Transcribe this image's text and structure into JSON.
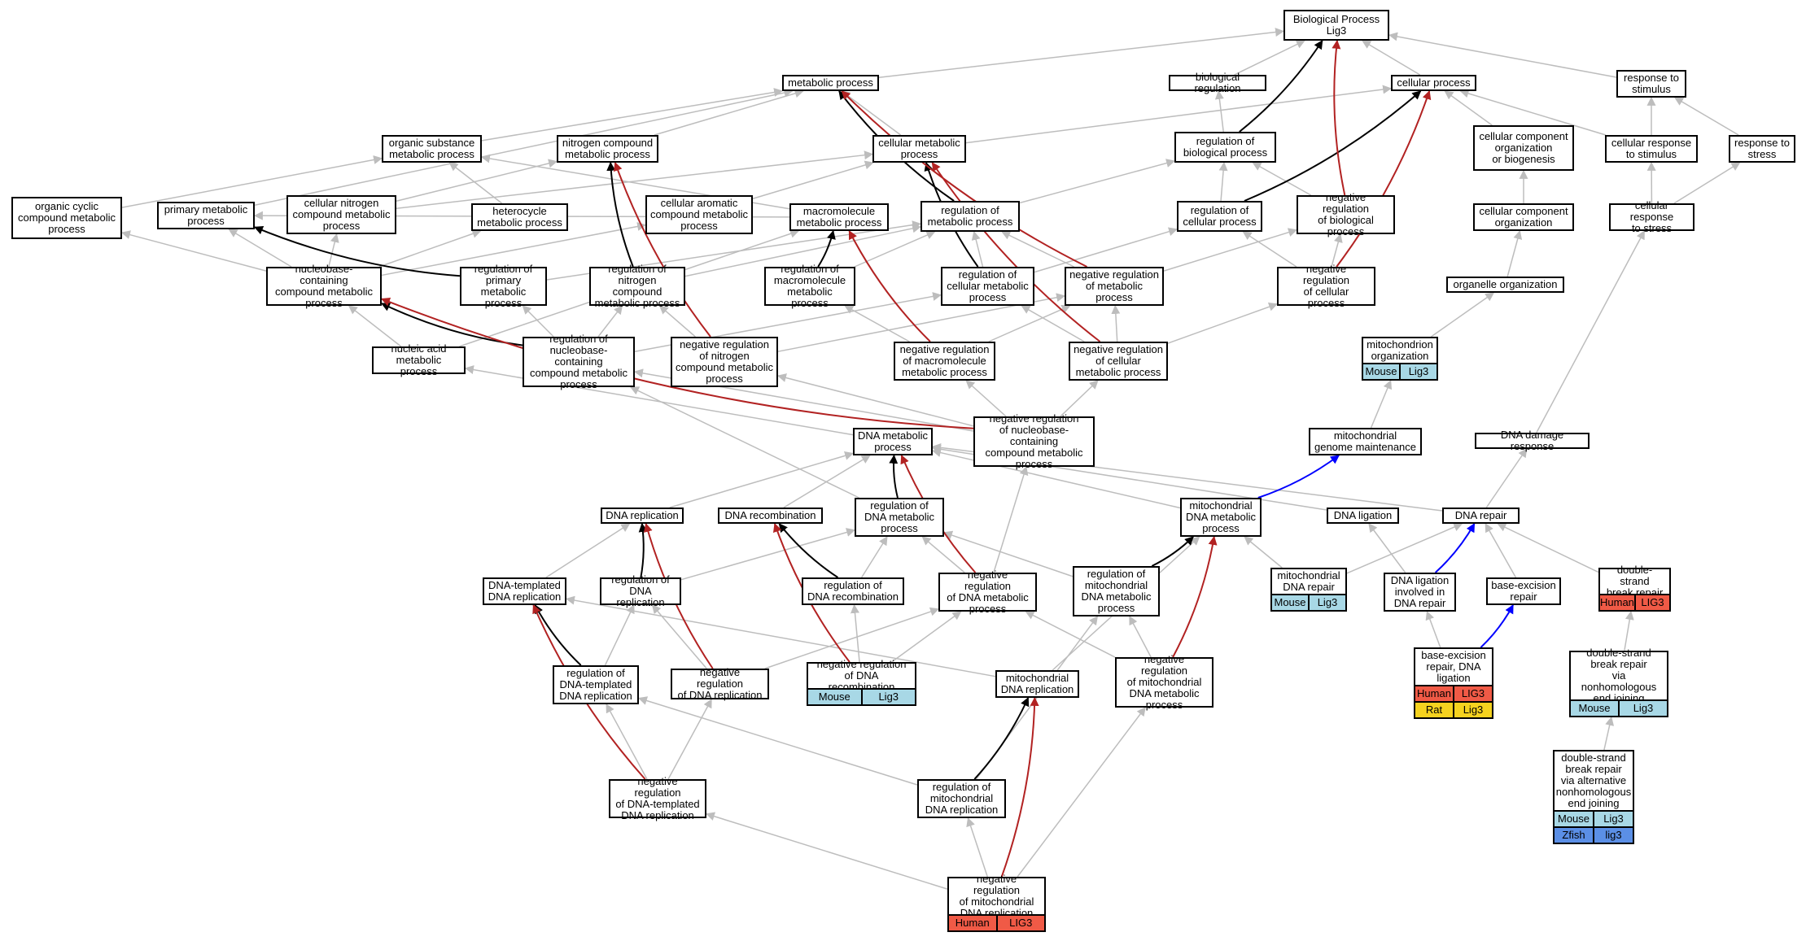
{
  "colors": {
    "is_a": "#bdbdbd",
    "regulates": "#000000",
    "negatively_regulates": "#b22222",
    "part_of": "#0000ff",
    "Human": "#f05a46",
    "Mouse": "#a8d8e6",
    "Rat": "#f5d21f",
    "Zfish": "#5b8fe6"
  },
  "nodes": {
    "bp": {
      "label": "Biological Process\nLig3"
    },
    "metabolic": {
      "label": "metabolic process"
    },
    "bioreg": {
      "label": "biological regulation"
    },
    "cellular": {
      "label": "cellular process"
    },
    "resp_stim": {
      "label": "response to\nstimulus"
    },
    "organic_sub": {
      "label": "organic substance\nmetabolic process"
    },
    "nitrogen": {
      "label": "nitrogen compound\nmetabolic process"
    },
    "cell_metab": {
      "label": "cellular metabolic\nprocess"
    },
    "reg_bio": {
      "label": "regulation of\nbiological process"
    },
    "cell_comp_org_bio": {
      "label": "cellular component\norganization\nor biogenesis"
    },
    "cell_resp_stim": {
      "label": "cellular response\nto stimulus"
    },
    "resp_stress": {
      "label": "response to\nstress"
    },
    "organic_cyclic": {
      "label": "organic cyclic\ncompound metabolic\nprocess"
    },
    "primary": {
      "label": "primary metabolic\nprocess"
    },
    "cell_nitrogen": {
      "label": "cellular nitrogen\ncompound metabolic\nprocess"
    },
    "heterocycle": {
      "label": "heterocycle\nmetabolic process"
    },
    "cell_aromatic": {
      "label": "cellular aromatic\ncompound metabolic\nprocess"
    },
    "macromol": {
      "label": "macromolecule\nmetabolic process"
    },
    "reg_metab": {
      "label": "regulation of\nmetabolic process"
    },
    "reg_cell": {
      "label": "regulation of\ncellular process"
    },
    "neg_reg_bio": {
      "label": "negative regulation\nof biological\nprocess"
    },
    "cell_comp_org": {
      "label": "cellular component\norganization"
    },
    "cell_resp_stress": {
      "label": "cellular response\nto stress"
    },
    "nucleobase": {
      "label": "nucleobase-containing\ncompound metabolic\nprocess"
    },
    "reg_primary": {
      "label": "regulation of\nprimary metabolic\nprocess"
    },
    "reg_nitrogen": {
      "label": "regulation of\nnitrogen compound\nmetabolic process"
    },
    "reg_macromol": {
      "label": "regulation of\nmacromolecule\nmetabolic process"
    },
    "reg_cell_metab": {
      "label": "regulation of\ncellular metabolic\nprocess"
    },
    "neg_reg_metab": {
      "label": "negative regulation\nof metabolic\nprocess"
    },
    "neg_reg_cell": {
      "label": "negative regulation\nof cellular\nprocess"
    },
    "organelle_org": {
      "label": "organelle organization"
    },
    "nucleic_acid": {
      "label": "nucleic acid\nmetabolic process"
    },
    "reg_nucleobase": {
      "label": "regulation of\nnucleobase-containing\ncompound metabolic\nprocess"
    },
    "neg_reg_nitrogen": {
      "label": "negative regulation\nof nitrogen\ncompound metabolic\nprocess"
    },
    "neg_reg_macromol": {
      "label": "negative regulation\nof macromolecule\nmetabolic process"
    },
    "neg_reg_cell_metab": {
      "label": "negative regulation\nof cellular\nmetabolic process"
    },
    "mito_org": {
      "label": "mitochondrion\norganization",
      "anno": [
        [
          "Mouse",
          "Lig3"
        ]
      ]
    },
    "neg_reg_nucleobase": {
      "label": "negative regulation\nof nucleobase-containing\ncompound metabolic\nprocess"
    },
    "dna_metab": {
      "label": "DNA metabolic\nprocess"
    },
    "mito_genome": {
      "label": "mitochondrial\ngenome maintenance"
    },
    "dna_damage": {
      "label": "DNA damage response"
    },
    "dna_rep": {
      "label": "DNA replication"
    },
    "dna_recomb": {
      "label": "DNA recombination"
    },
    "reg_dna_metab": {
      "label": "regulation of\nDNA metabolic\nprocess"
    },
    "mito_dna_metab": {
      "label": "mitochondrial\nDNA metabolic\nprocess"
    },
    "dna_ligation": {
      "label": "DNA ligation"
    },
    "dna_repair": {
      "label": "DNA repair"
    },
    "dna_templ_rep": {
      "label": "DNA-templated\nDNA replication"
    },
    "reg_dna_rep": {
      "label": "regulation of\nDNA replication"
    },
    "reg_dna_recomb": {
      "label": "regulation of\nDNA recombination"
    },
    "neg_reg_dna_metab": {
      "label": "negative regulation\nof DNA metabolic\nprocess"
    },
    "reg_mito_dna_metab": {
      "label": "regulation of\nmitochondrial\nDNA metabolic\nprocess"
    },
    "mito_dna_repair": {
      "label": "mitochondrial\nDNA repair",
      "anno": [
        [
          "Mouse",
          "Lig3"
        ]
      ]
    },
    "dna_lig_repair": {
      "label": "DNA ligation\ninvolved in\nDNA repair"
    },
    "ber": {
      "label": "base-excision\nrepair"
    },
    "dsb_repair": {
      "label": "double-strand\nbreak repair",
      "anno": [
        [
          "Human",
          "LIG3"
        ]
      ]
    },
    "reg_dna_templ": {
      "label": "regulation of\nDNA-templated\nDNA replication"
    },
    "neg_reg_dna_rep": {
      "label": "negative regulation\nof DNA replication"
    },
    "neg_reg_dna_recomb": {
      "label": "negative regulation\nof DNA recombination",
      "anno": [
        [
          "Mouse",
          "Lig3"
        ]
      ]
    },
    "mito_dna_rep": {
      "label": "mitochondrial\nDNA replication"
    },
    "neg_reg_mito_dna_metab": {
      "label": "negative regulation\nof mitochondrial\nDNA metabolic\nprocess"
    },
    "ber_lig": {
      "label": "base-excision\nrepair, DNA\nligation",
      "anno": [
        [
          "Human",
          "LIG3"
        ],
        [
          "Rat",
          "Lig3"
        ]
      ]
    },
    "dsb_nhej": {
      "label": "double-strand\nbreak repair\nvia nonhomologous\nend joining",
      "anno": [
        [
          "Mouse",
          "Lig3"
        ]
      ]
    },
    "neg_reg_dna_templ": {
      "label": "negative regulation\nof DNA-templated\nDNA replication"
    },
    "reg_mito_dna_rep": {
      "label": "regulation of\nmitochondrial\nDNA replication"
    },
    "alt_nhej": {
      "label": "double-strand\nbreak repair\nvia alternative\nnonhomologous\nend joining",
      "anno": [
        [
          "Mouse",
          "Lig3"
        ],
        [
          "Zfish",
          "lig3"
        ]
      ]
    },
    "neg_reg_mito_dna_rep": {
      "label": "negative regulation\nof mitochondrial\nDNA replication",
      "anno": [
        [
          "Human",
          "LIG3"
        ]
      ]
    }
  },
  "edges": [
    [
      "metabolic",
      "bp",
      "is_a"
    ],
    [
      "bioreg",
      "bp",
      "is_a"
    ],
    [
      "cellular",
      "bp",
      "is_a"
    ],
    [
      "resp_stim",
      "bp",
      "is_a"
    ],
    [
      "reg_bio",
      "bp",
      "regulates"
    ],
    [
      "neg_reg_bio",
      "bp",
      "negatively_regulates"
    ],
    [
      "organic_sub",
      "metabolic",
      "is_a"
    ],
    [
      "nitrogen",
      "metabolic",
      "is_a"
    ],
    [
      "cell_metab",
      "metabolic",
      "is_a"
    ],
    [
      "cell_metab",
      "cellular",
      "is_a"
    ],
    [
      "reg_bio",
      "bioreg",
      "is_a"
    ],
    [
      "cell_comp_org_bio",
      "cellular",
      "is_a"
    ],
    [
      "cell_resp_stim",
      "cellular",
      "is_a"
    ],
    [
      "cell_resp_stim",
      "resp_stim",
      "is_a"
    ],
    [
      "resp_stress",
      "resp_stim",
      "is_a"
    ],
    [
      "reg_metab",
      "metabolic",
      "regulates"
    ],
    [
      "neg_reg_metab",
      "metabolic",
      "negatively_regulates"
    ],
    [
      "reg_cell",
      "cellular",
      "regulates"
    ],
    [
      "neg_reg_cell",
      "cellular",
      "negatively_regulates"
    ],
    [
      "organic_cyclic",
      "organic_sub",
      "is_a"
    ],
    [
      "primary",
      "metabolic",
      "is_a"
    ],
    [
      "cell_nitrogen",
      "nitrogen",
      "is_a"
    ],
    [
      "cell_nitrogen",
      "cell_metab",
      "is_a"
    ],
    [
      "heterocycle",
      "organic_sub",
      "is_a"
    ],
    [
      "cell_aromatic",
      "cell_metab",
      "is_a"
    ],
    [
      "macromol",
      "organic_sub",
      "is_a"
    ],
    [
      "macromol",
      "primary",
      "is_a"
    ],
    [
      "reg_metab",
      "reg_bio",
      "is_a"
    ],
    [
      "reg_cell",
      "reg_bio",
      "is_a"
    ],
    [
      "neg_reg_bio",
      "reg_bio",
      "is_a"
    ],
    [
      "cell_comp_org",
      "cell_comp_org_bio",
      "is_a"
    ],
    [
      "cell_resp_stress",
      "cell_resp_stim",
      "is_a"
    ],
    [
      "cell_resp_stress",
      "resp_stress",
      "is_a"
    ],
    [
      "nucleobase",
      "primary",
      "is_a"
    ],
    [
      "nucleobase",
      "cell_nitrogen",
      "is_a"
    ],
    [
      "nucleobase",
      "heterocycle",
      "is_a"
    ],
    [
      "nucleobase",
      "cell_aromatic",
      "is_a"
    ],
    [
      "nucleobase",
      "organic_cyclic",
      "is_a"
    ],
    [
      "reg_primary",
      "primary",
      "regulates"
    ],
    [
      "reg_primary",
      "reg_metab",
      "is_a"
    ],
    [
      "reg_nitrogen",
      "nitrogen",
      "regulates"
    ],
    [
      "reg_nitrogen",
      "reg_metab",
      "is_a"
    ],
    [
      "reg_macromol",
      "macromol",
      "regulates"
    ],
    [
      "reg_macromol",
      "reg_metab",
      "is_a"
    ],
    [
      "reg_cell_metab",
      "cell_metab",
      "regulates"
    ],
    [
      "reg_cell_metab",
      "reg_metab",
      "is_a"
    ],
    [
      "reg_cell_metab",
      "reg_cell",
      "is_a"
    ],
    [
      "neg_reg_metab",
      "reg_metab",
      "is_a"
    ],
    [
      "neg_reg_metab",
      "neg_reg_bio",
      "is_a"
    ],
    [
      "neg_reg_cell",
      "reg_cell",
      "is_a"
    ],
    [
      "neg_reg_cell",
      "neg_reg_bio",
      "is_a"
    ],
    [
      "organelle_org",
      "cell_comp_org",
      "is_a"
    ],
    [
      "nucleic_acid",
      "nucleobase",
      "is_a"
    ],
    [
      "nucleic_acid",
      "macromol",
      "is_a"
    ],
    [
      "reg_nucleobase",
      "nucleobase",
      "regulates"
    ],
    [
      "reg_nucleobase",
      "reg_primary",
      "is_a"
    ],
    [
      "reg_nucleobase",
      "reg_nitrogen",
      "is_a"
    ],
    [
      "reg_nucleobase",
      "reg_cell_metab",
      "is_a"
    ],
    [
      "neg_reg_nitrogen",
      "nitrogen",
      "negatively_regulates"
    ],
    [
      "neg_reg_nitrogen",
      "reg_nitrogen",
      "is_a"
    ],
    [
      "neg_reg_nitrogen",
      "neg_reg_metab",
      "is_a"
    ],
    [
      "neg_reg_macromol",
      "macromol",
      "negatively_regulates"
    ],
    [
      "neg_reg_macromol",
      "reg_macromol",
      "is_a"
    ],
    [
      "neg_reg_macromol",
      "neg_reg_metab",
      "is_a"
    ],
    [
      "neg_reg_cell_metab",
      "cell_metab",
      "negatively_regulates"
    ],
    [
      "neg_reg_cell_metab",
      "reg_cell_metab",
      "is_a"
    ],
    [
      "neg_reg_cell_metab",
      "neg_reg_metab",
      "is_a"
    ],
    [
      "neg_reg_cell_metab",
      "neg_reg_cell",
      "is_a"
    ],
    [
      "mito_org",
      "organelle_org",
      "is_a"
    ],
    [
      "neg_reg_nucleobase",
      "nucleobase",
      "negatively_regulates"
    ],
    [
      "neg_reg_nucleobase",
      "reg_nucleobase",
      "is_a"
    ],
    [
      "neg_reg_nucleobase",
      "neg_reg_nitrogen",
      "is_a"
    ],
    [
      "neg_reg_nucleobase",
      "neg_reg_cell_metab",
      "is_a"
    ],
    [
      "neg_reg_nucleobase",
      "neg_reg_macromol",
      "is_a"
    ],
    [
      "dna_metab",
      "nucleic_acid",
      "is_a"
    ],
    [
      "mito_genome",
      "mito_org",
      "is_a"
    ],
    [
      "dna_damage",
      "cell_resp_stress",
      "is_a"
    ],
    [
      "dna_rep",
      "dna_metab",
      "is_a"
    ],
    [
      "dna_recomb",
      "dna_metab",
      "is_a"
    ],
    [
      "reg_dna_metab",
      "dna_metab",
      "regulates"
    ],
    [
      "reg_dna_metab",
      "reg_nucleobase",
      "is_a"
    ],
    [
      "mito_dna_metab",
      "dna_metab",
      "is_a"
    ],
    [
      "mito_dna_metab",
      "mito_genome",
      "part_of"
    ],
    [
      "dna_ligation",
      "dna_metab",
      "is_a"
    ],
    [
      "dna_repair",
      "dna_metab",
      "is_a"
    ],
    [
      "dna_repair",
      "dna_damage",
      "is_a"
    ],
    [
      "dna_templ_rep",
      "dna_rep",
      "is_a"
    ],
    [
      "reg_dna_rep",
      "dna_rep",
      "regulates"
    ],
    [
      "reg_dna_rep",
      "reg_dna_metab",
      "is_a"
    ],
    [
      "reg_dna_recomb",
      "dna_recomb",
      "regulates"
    ],
    [
      "reg_dna_recomb",
      "reg_dna_metab",
      "is_a"
    ],
    [
      "neg_reg_dna_metab",
      "dna_metab",
      "negatively_regulates"
    ],
    [
      "neg_reg_dna_metab",
      "reg_dna_metab",
      "is_a"
    ],
    [
      "neg_reg_dna_metab",
      "neg_reg_nucleobase",
      "is_a"
    ],
    [
      "reg_mito_dna_metab",
      "mito_dna_metab",
      "regulates"
    ],
    [
      "reg_mito_dna_metab",
      "reg_dna_metab",
      "is_a"
    ],
    [
      "mito_dna_repair",
      "mito_dna_metab",
      "is_a"
    ],
    [
      "mito_dna_repair",
      "dna_repair",
      "is_a"
    ],
    [
      "dna_lig_repair",
      "dna_ligation",
      "is_a"
    ],
    [
      "dna_lig_repair",
      "dna_repair",
      "part_of"
    ],
    [
      "ber",
      "dna_repair",
      "is_a"
    ],
    [
      "dsb_repair",
      "dna_repair",
      "is_a"
    ],
    [
      "reg_dna_templ",
      "dna_templ_rep",
      "regulates"
    ],
    [
      "reg_dna_templ",
      "reg_dna_rep",
      "is_a"
    ],
    [
      "neg_reg_dna_rep",
      "dna_rep",
      "negatively_regulates"
    ],
    [
      "neg_reg_dna_rep",
      "reg_dna_rep",
      "is_a"
    ],
    [
      "neg_reg_dna_rep",
      "neg_reg_dna_metab",
      "is_a"
    ],
    [
      "neg_reg_dna_recomb",
      "dna_recomb",
      "negatively_regulates"
    ],
    [
      "neg_reg_dna_recomb",
      "reg_dna_recomb",
      "is_a"
    ],
    [
      "neg_reg_dna_recomb",
      "neg_reg_dna_metab",
      "is_a"
    ],
    [
      "mito_dna_rep",
      "mito_dna_metab",
      "is_a"
    ],
    [
      "mito_dna_rep",
      "dna_templ_rep",
      "is_a"
    ],
    [
      "neg_reg_mito_dna_metab",
      "mito_dna_metab",
      "negatively_regulates"
    ],
    [
      "neg_reg_mito_dna_metab",
      "reg_mito_dna_metab",
      "is_a"
    ],
    [
      "neg_reg_mito_dna_metab",
      "neg_reg_dna_metab",
      "is_a"
    ],
    [
      "ber_lig",
      "dna_lig_repair",
      "is_a"
    ],
    [
      "ber_lig",
      "ber",
      "part_of"
    ],
    [
      "dsb_nhej",
      "dsb_repair",
      "is_a"
    ],
    [
      "neg_reg_dna_templ",
      "dna_templ_rep",
      "negatively_regulates"
    ],
    [
      "neg_reg_dna_templ",
      "reg_dna_templ",
      "is_a"
    ],
    [
      "neg_reg_dna_templ",
      "neg_reg_dna_rep",
      "is_a"
    ],
    [
      "reg_mito_dna_rep",
      "mito_dna_rep",
      "regulates"
    ],
    [
      "reg_mito_dna_rep",
      "reg_dna_templ",
      "is_a"
    ],
    [
      "reg_mito_dna_rep",
      "reg_mito_dna_metab",
      "is_a"
    ],
    [
      "alt_nhej",
      "dsb_nhej",
      "is_a"
    ],
    [
      "neg_reg_mito_dna_rep",
      "mito_dna_rep",
      "negatively_regulates"
    ],
    [
      "neg_reg_mito_dna_rep",
      "reg_mito_dna_rep",
      "is_a"
    ],
    [
      "neg_reg_mito_dna_rep",
      "neg_reg_dna_templ",
      "is_a"
    ],
    [
      "neg_reg_mito_dna_rep",
      "neg_reg_mito_dna_metab",
      "is_a"
    ]
  ]
}
